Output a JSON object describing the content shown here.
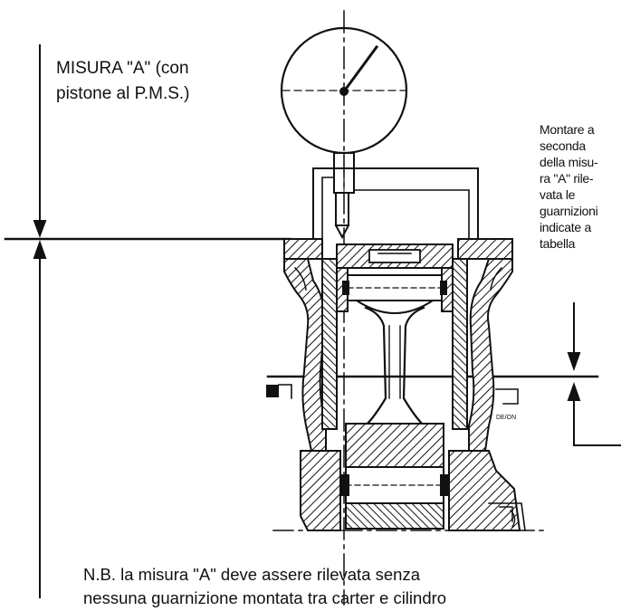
{
  "labels": {
    "measure": "MISURA \"A\" (con\npistone al P.M.S.)",
    "side_note": "Montare a\nseconda\ndella misu-\nra \"A\" rile-\nvata le\nguarnizioni\nindicate a\ntabella",
    "footnote": "N.B. la misura \"A\" deve assere rilevata senza\nnessuna guarnizione montata tra carter e cilindro",
    "tiny_part_code": "DE/ON"
  },
  "colors": {
    "ink": "#111111",
    "paper": "#ffffff"
  }
}
